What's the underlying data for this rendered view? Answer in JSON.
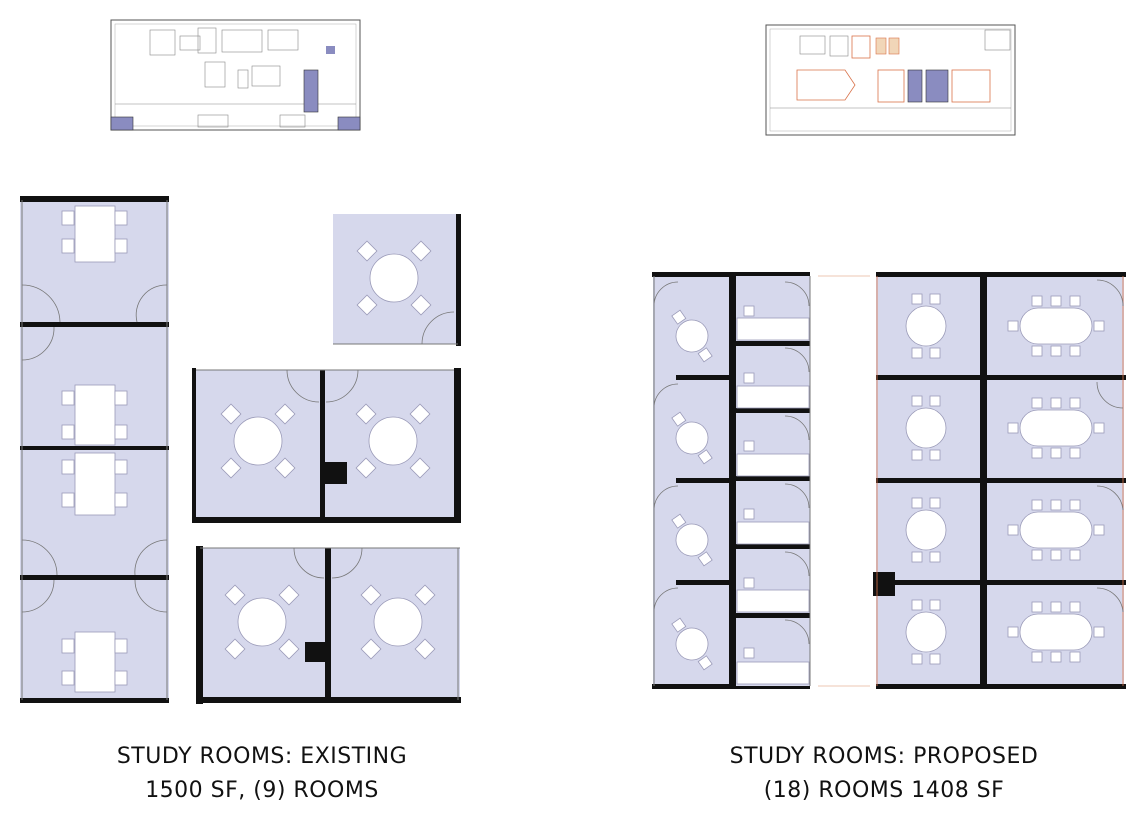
{
  "colors": {
    "room_fill": "#d6d8ec",
    "furniture": "#ffffff",
    "wall": "#111111",
    "key_plan_highlight": "#8a8cc0",
    "renovation_line": "#d9734a"
  },
  "existing": {
    "title": "STUDY ROOMS: EXISTING",
    "summary": "1500 SF, (9) ROOMS",
    "room_count": 9
  },
  "proposed": {
    "title": "STUDY ROOMS: PROPOSED",
    "summary": "(18) ROOMS 1408 SF",
    "room_count": 18
  }
}
